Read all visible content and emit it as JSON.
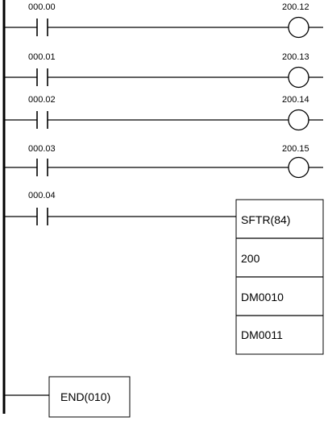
{
  "rungs": [
    {
      "contact": "000.00",
      "output": "200.12"
    },
    {
      "contact": "000.01",
      "output": "200.13"
    },
    {
      "contact": "000.02",
      "output": "200.14"
    },
    {
      "contact": "000.03",
      "output": "200.15"
    }
  ],
  "shift_rung": {
    "contact": "000.04",
    "instruction": "SFTR(84)",
    "operands": [
      "200",
      "DM0010",
      "DM0011"
    ]
  },
  "end_instruction": "END(010)"
}
